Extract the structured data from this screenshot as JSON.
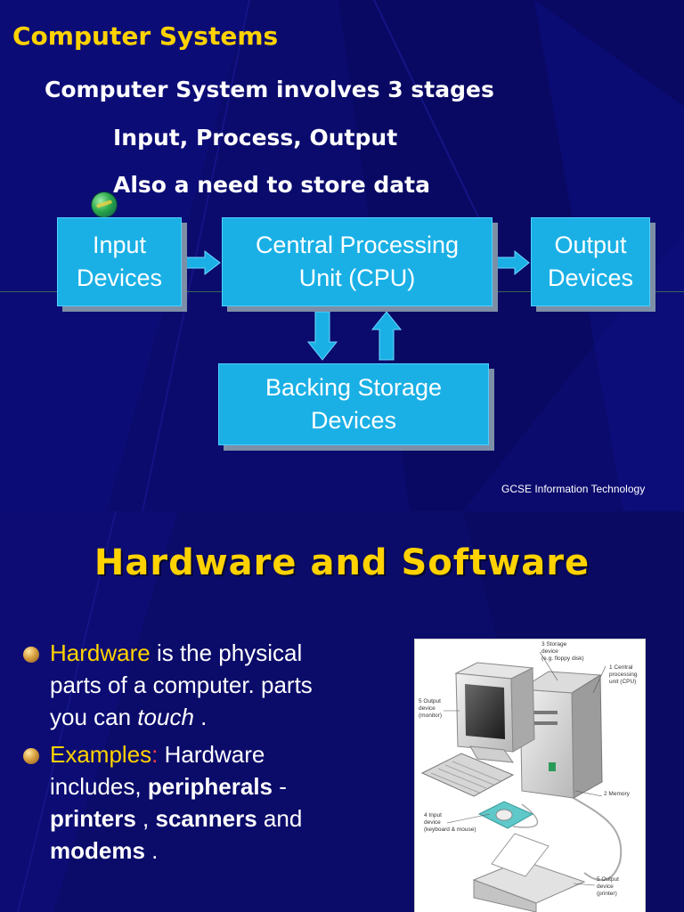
{
  "slide1": {
    "title": "Computer Systems",
    "line1": "Computer System involves 3 stages",
    "line2": "Input, Process, Output",
    "line3": "Also a need to store data",
    "boxes": {
      "input": [
        "Input",
        "Devices"
      ],
      "cpu": [
        "Central Processing",
        "Unit (CPU)"
      ],
      "output": [
        "Output",
        "Devices"
      ],
      "storage": [
        "Backing Storage",
        "Devices"
      ]
    },
    "footer": "GCSE Information Technology",
    "colors": {
      "background": "#0b0b6e",
      "title": "#ffd200",
      "box": "#1ab0e6",
      "box_shadow": "#7d8fa6"
    }
  },
  "slide2": {
    "title": "Hardware and Software",
    "bullet1": {
      "keyword": "Hardware",
      "text1": " is the physical",
      "text2": "parts of a computer. parts",
      "text3": "you can ",
      "emph": "touch",
      "text4": " ."
    },
    "bullet2": {
      "keyword": "Examples",
      "colon": ":",
      "text1": " Hardware",
      "text2a": "includes, ",
      "b1": "peripherals",
      "text2b": " -",
      "b2": "printers",
      "text3a": " , ",
      "b3": "scanners",
      "text3b": " and",
      "b4": "modems",
      "text4": " ."
    },
    "diagram_labels": {
      "storage": [
        "3 Storage",
        "device",
        "(e.g. floppy disk)"
      ],
      "cpu": [
        "1 Central",
        "processing",
        "unit (CPU)"
      ],
      "output_monitor": [
        "5 Output",
        "device",
        "(monitor)"
      ],
      "memory": [
        "2 Memory"
      ],
      "input": [
        "4 Input",
        "device",
        "(keyboard & mouse)"
      ],
      "output_printer": [
        "5 Output",
        "device",
        "(printer)"
      ]
    }
  }
}
